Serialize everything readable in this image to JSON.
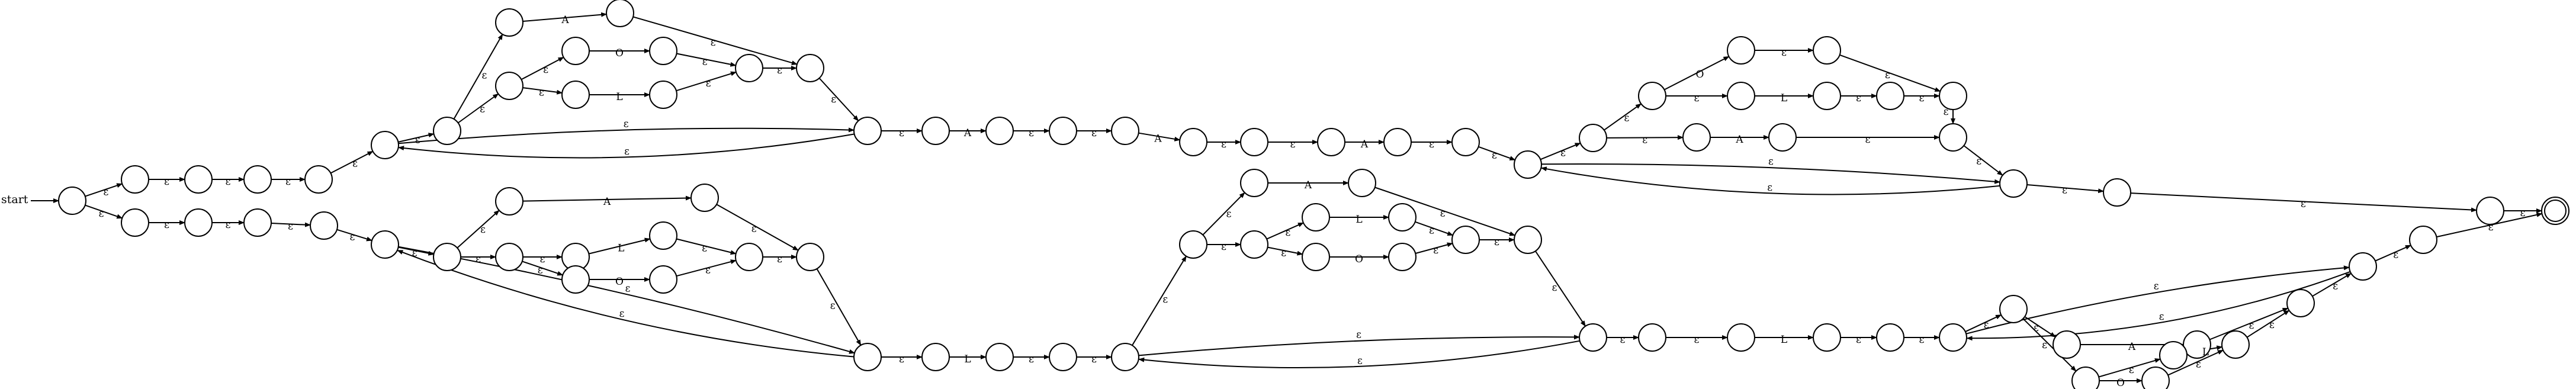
{
  "diagram": {
    "start_label": "start",
    "epsilon": "ε",
    "symbol_A": "A",
    "symbol_O": "O",
    "symbol_L": "L",
    "accept_state": "double-circle"
  }
}
